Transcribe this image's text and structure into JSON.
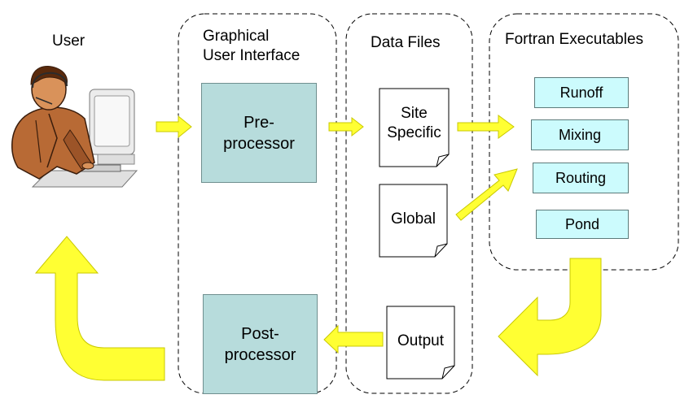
{
  "labels": {
    "user": "User",
    "gui_line1": "Graphical",
    "gui_line2": "User Interface",
    "data_files": "Data Files",
    "fortran": "Fortran Executables"
  },
  "preprocessor": {
    "line1": "Pre-",
    "line2": "processor"
  },
  "postprocessor": {
    "line1": "Post-",
    "line2": "processor"
  },
  "files": {
    "site_line1": "Site",
    "site_line2": "Specific",
    "global": "Global",
    "output": "Output"
  },
  "executables": [
    "Runoff",
    "Mixing",
    "Routing",
    "Pond"
  ],
  "colors": {
    "processor_fill": "#b7dcdc",
    "executable_fill": "#ccfbfd",
    "arrow_fill": "#ffff33",
    "arrow_stroke": "#c9c900"
  },
  "icons": {
    "user": "person-at-computer-icon"
  }
}
